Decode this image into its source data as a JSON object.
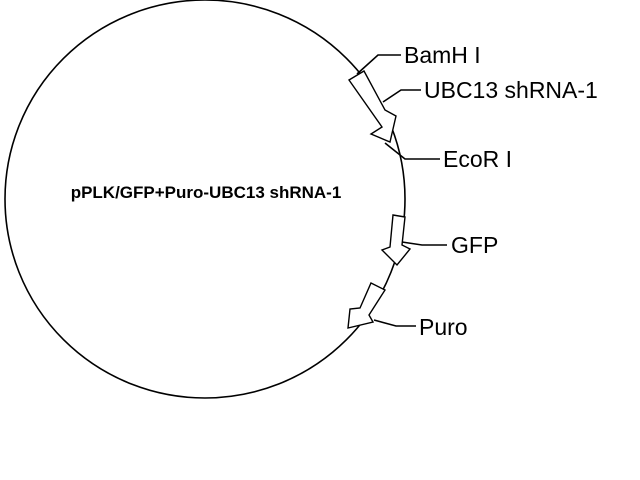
{
  "plasmid": {
    "name": "pPLK/GFP+Puro-UBC13 shRNA-1"
  },
  "features": {
    "bamh1": "BamH I",
    "shrna": "UBC13 shRNA-1",
    "ecor1": "EcoR I",
    "gfp": "GFP",
    "puro": "Puro"
  },
  "colors": {
    "line": "#000000",
    "fill": "#ffffff"
  }
}
